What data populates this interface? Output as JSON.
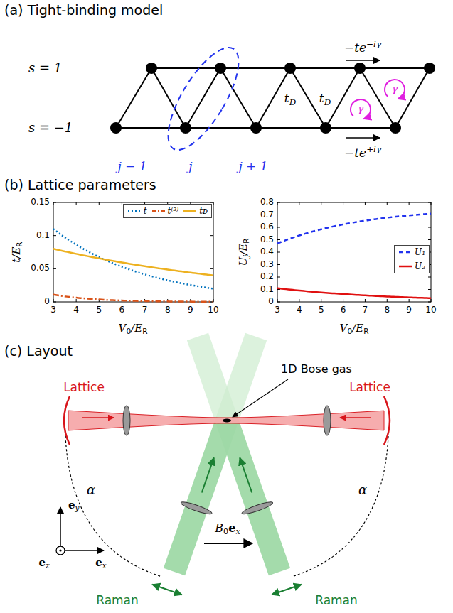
{
  "diagram": {
    "labels": [
      "(a) Tight-binding model",
      "s = 1",
      "s = −1",
      "−te",
      "−iγ",
      "−te",
      "+iγ",
      "t",
      "D",
      "t",
      "D",
      "γ",
      "γ",
      "j − 1",
      "j",
      "j + 1",
      "(b) Lattice parameters",
      "t/E",
      "R",
      "V",
      "0",
      "/E",
      "R",
      "U",
      "j",
      "/E",
      "R",
      "V",
      "0",
      "/E",
      "R",
      "0",
      "0.05",
      "0.1",
      "0.15",
      "3",
      "4",
      "5",
      "6",
      "7",
      "8",
      "9",
      "10",
      "0",
      "0.1",
      "0.2",
      "0.3",
      "0.4",
      "0.5",
      "0.6",
      "0.7",
      "0.8",
      "3",
      "4",
      "5",
      "6",
      "7",
      "8",
      "9",
      "10",
      "(c) Layout",
      "Lattice",
      "Lattice",
      "1D Bose gas",
      "α",
      "α",
      "Raman",
      "Raman",
      "B",
      "0",
      "e",
      "x",
      "e",
      "y",
      "e",
      "z",
      "e",
      "x"
    ],
    "legend": [
      {
        "text": "t"
      },
      {
        "text": "t⁽²⁾"
      },
      {
        "text": "tᴅ"
      },
      {
        "text": "U₁"
      },
      {
        "text": "U₂"
      }
    ]
  }
}
